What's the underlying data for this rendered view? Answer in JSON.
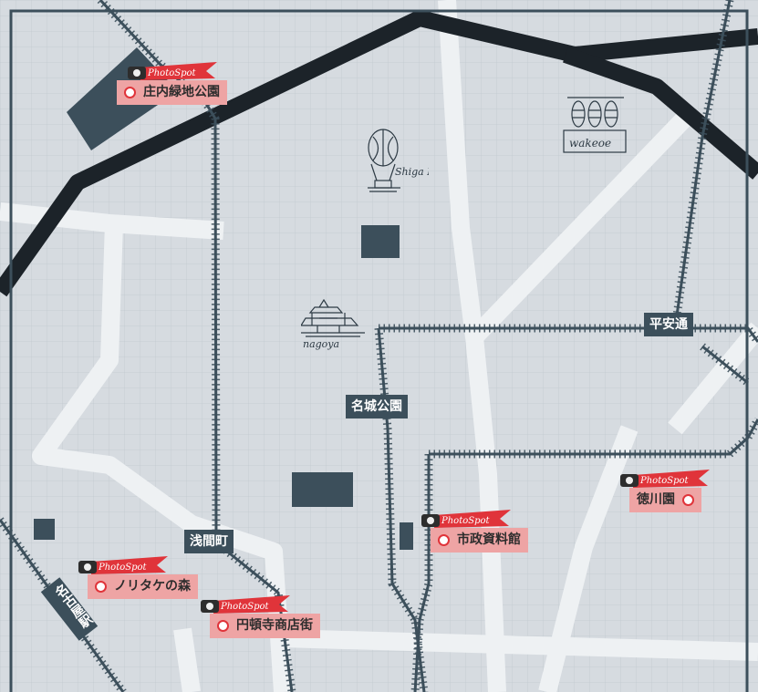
{
  "map": {
    "colors": {
      "background": "#d6dbe0",
      "road_major": "#ffffff",
      "highway": "#1c2329",
      "rail": "#3c4f5b",
      "block": "#3c4f5b",
      "spot_label": "#eea4a4",
      "spot_flag": "#e0343a",
      "spot_dot": "#e0343a"
    },
    "stations": {
      "heian": "平安通",
      "meijo": "名城公園",
      "sengen": "浅間町",
      "nagoya": "名古屋駅"
    },
    "spots": [
      {
        "id": "shonai",
        "tag": "PhotoSpot",
        "label": "庄内緑地公園"
      },
      {
        "id": "tokugawa",
        "tag": "PhotoSpot",
        "label": "徳川園"
      },
      {
        "id": "shisei",
        "tag": "PhotoSpot",
        "label": "市政資料館"
      },
      {
        "id": "noritake",
        "tag": "PhotoSpot",
        "label": "ノリタケの森"
      },
      {
        "id": "entonji",
        "tag": "PhotoSpot",
        "label": "円頓寺商店街"
      }
    ],
    "landmarks": {
      "shiga": "Shiga Park",
      "nagoya": "nagoya",
      "wakeoe": "wakeoe"
    }
  }
}
